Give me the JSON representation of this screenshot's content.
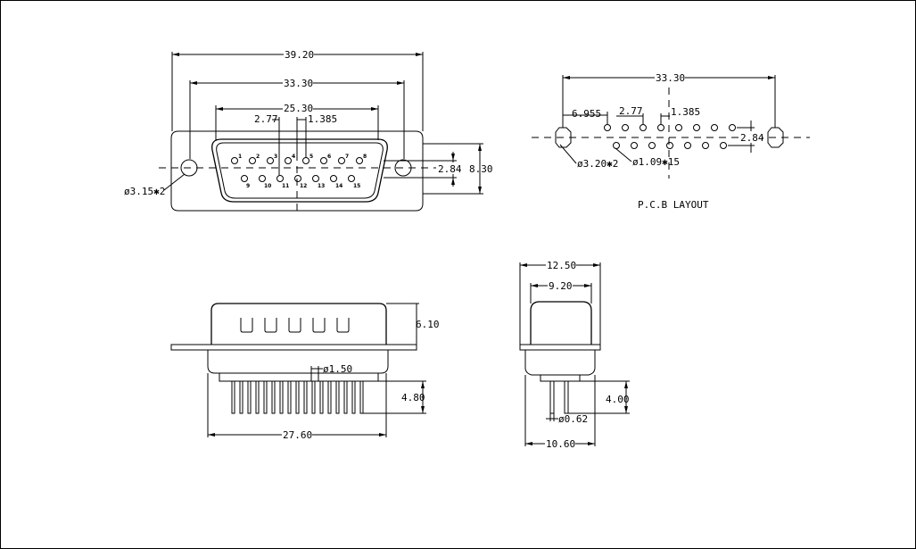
{
  "front_view": {
    "dim_overall": "39.20",
    "dim_mount": "33.30",
    "dim_shell": "25.30",
    "dim_pitch": "2.77",
    "dim_offset": "1.385",
    "dim_row_gap": "2.84",
    "dim_height": "8.30",
    "dim_mount_hole": "ø3.15✱2",
    "pin_numbers": [
      "1",
      "2",
      "3",
      "4",
      "5",
      "6",
      "7",
      "8",
      "9",
      "10",
      "11",
      "12",
      "13",
      "14",
      "15"
    ]
  },
  "pcb_layout": {
    "dim_mount": "33.30",
    "dim_edge": "6.955",
    "dim_pitch": "2.77",
    "dim_offset": "1.385",
    "dim_row_gap": "2.84",
    "dim_mount_hole": "ø3.20✱2",
    "dim_pin_hole": "ø1.09✱15",
    "label": "P.C.B  LAYOUT"
  },
  "side_view": {
    "dim_shell_height": "6.10",
    "dim_pin_dia": "ø1.50",
    "dim_pin_length": "4.80",
    "dim_body_width": "27.60"
  },
  "end_view": {
    "dim_flange": "12.50",
    "dim_shell": "9.20",
    "dim_pin_length": "4.00",
    "dim_pin_dia": "ø0.62",
    "dim_body": "10.60"
  }
}
